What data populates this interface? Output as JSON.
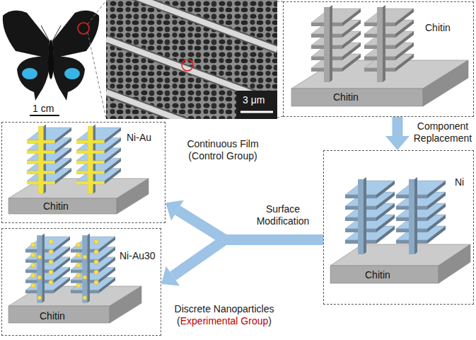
{
  "diagram": {
    "nodes": [
      {
        "text": [
          "Chitin",
          "Chitin"
        ]
      },
      {
        "text": [
          "Ni",
          "Chitin"
        ]
      },
      {
        "text": [
          "Ni-Au",
          "Chitin"
        ]
      },
      {
        "text": [
          "Ni-Au30",
          "Chitin"
        ]
      }
    ],
    "edges": [
      {
        "from": 0,
        "to": 1,
        "arrow": "to",
        "label": "Component Replacement"
      },
      {
        "from": 1,
        "to": 2,
        "arrow": "to",
        "label": "Continuous Film (Control Group)"
      },
      {
        "from": 1,
        "to": 3,
        "arrow": "to",
        "label": "Discrete Nanoparticles (Experimental Group)"
      }
    ],
    "labels": [
      "1 cm",
      "3 μm",
      "Surface Modification"
    ]
  }
}
